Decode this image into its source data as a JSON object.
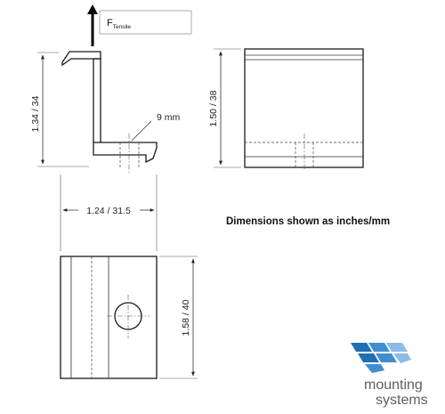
{
  "force": {
    "symbol": "F",
    "subscript": "Tensile"
  },
  "dimensions": {
    "height_profile": "1.34 / 34",
    "width_profile": "1.24 / 31.5",
    "hole_diameter": "9 mm",
    "height_side": "1.50 / 38",
    "length_top": "1.58 / 40"
  },
  "note": "Dimensions shown as inches/mm",
  "logo": {
    "line1": "mounting",
    "line2": "systems",
    "colors": [
      "#1f6fb5",
      "#3f8fd0",
      "#8cbce6"
    ]
  }
}
